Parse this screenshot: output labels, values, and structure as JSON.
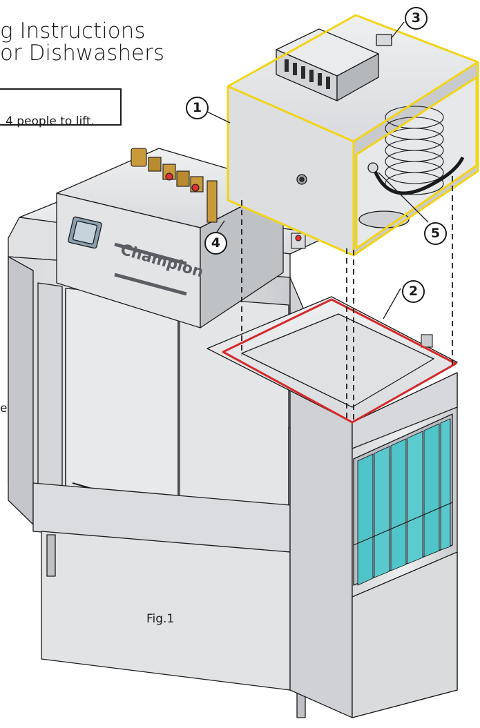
{
  "title": {
    "line1": "g Instructions",
    "line2": "or Dishwashers"
  },
  "note": "4 people to lift.",
  "figure_label": "Fig.1",
  "brand_label": "Champion",
  "stray_text": "e",
  "callouts": [
    {
      "id": "1",
      "label": "1"
    },
    {
      "id": "2",
      "label": "2"
    },
    {
      "id": "3",
      "label": "3"
    },
    {
      "id": "4",
      "label": "4"
    },
    {
      "id": "5",
      "label": "5"
    }
  ],
  "colors": {
    "outline": "#1a1a1a",
    "steel_light": "#e4e5e7",
    "steel_mid": "#cfd1d4",
    "steel_dark": "#a9acb0",
    "highlight_yellow": "#f2d418",
    "highlight_red": "#d42a2a",
    "curtain_teal": "#4fc4c9",
    "brass": "#c99a3a"
  }
}
